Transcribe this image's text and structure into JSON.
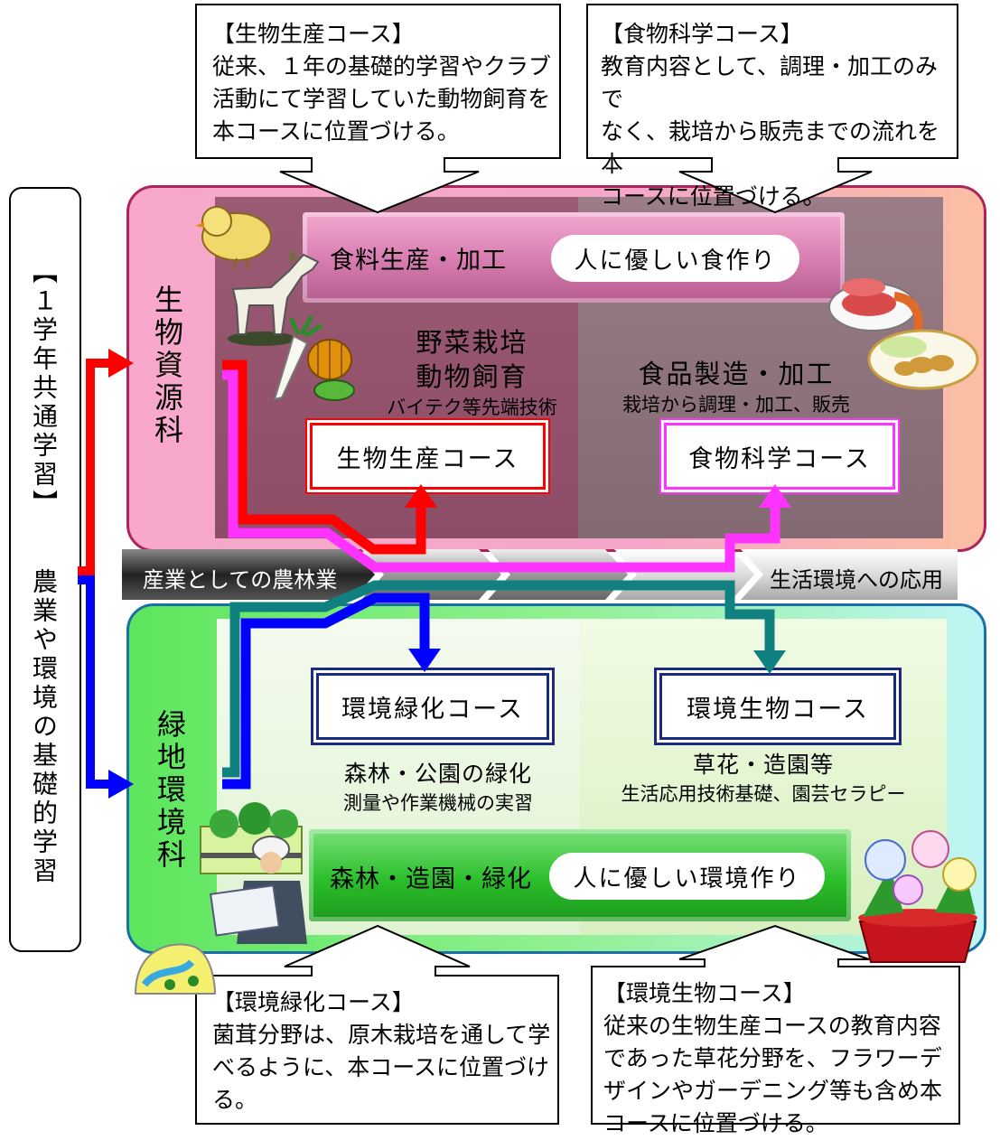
{
  "left_column": {
    "common": "【１学年共通学習】",
    "basic": "農業や環境の基礎的学習"
  },
  "callouts": {
    "bio_production": {
      "title": "【生物生産コース】",
      "lines": [
        "従来、１年の基礎的学習やクラブ",
        "活動にて学習していた動物飼育を",
        "本コースに位置づける。"
      ]
    },
    "food_science": {
      "title": "【食物科学コース】",
      "lines": [
        "教育内容として、調理・加工のみで",
        "なく、栽培から販売までの流れを本",
        "コースに位置づける。"
      ]
    },
    "env_greening": {
      "title": "【環境緑化コース】",
      "lines": [
        "菌茸分野は、原木栽培を通して学",
        "べるように、本コースに位置づけ",
        "る。"
      ]
    },
    "env_biology": {
      "title": "【環境生物コース】",
      "lines": [
        "従来の生物生産コースの教育内容",
        "であった草花分野を、フラワーデ",
        "ザインやガーデニング等も含め本",
        "コースに位置づける。"
      ]
    }
  },
  "bio_dept": {
    "name": "生物資源科",
    "banner": "食料生産・加工",
    "banner_pill": "人に優しい食作り",
    "left_desc": [
      "野菜栽培",
      "動物飼育",
      "バイテク等先端技術"
    ],
    "right_desc_title": "食品製造・加工",
    "right_desc_sub": "栽培から調理・加工、販売",
    "course_left": "生物生産コース",
    "course_right": "食物科学コース"
  },
  "flow": {
    "left": "産業としての農林業",
    "right": "生活環境への応用"
  },
  "env_dept": {
    "name": "緑地環境科",
    "course_left": "環境緑化コース",
    "course_right": "環境生物コース",
    "left_desc": [
      "森林・公園の緑化",
      "測量や作業機械の実習"
    ],
    "right_desc": [
      "草花・造園等",
      "生活応用技術基礎、園芸セラピー"
    ],
    "banner": "森林・造園・緑化",
    "banner_pill": "人に優しい環境作り"
  },
  "colors": {
    "bio_panel": "#f4a7c8",
    "bio_inner_left": "#8e4d66",
    "bio_inner_right": "#836a72",
    "env_panel": "#6fe86f",
    "env_inner": "#e8f7dc",
    "red_arrow": "#ff0000",
    "blue_arrow": "#0000ff",
    "magenta_arrow": "#ff33ff",
    "teal_arrow": "#118080"
  },
  "icons": [
    "chick-icon",
    "horse-icon",
    "vegetables-icon",
    "meat-dish-icon",
    "salad-plate-icon",
    "trees-icon",
    "worker-icon",
    "stream-icon",
    "flower-pot-icon"
  ]
}
